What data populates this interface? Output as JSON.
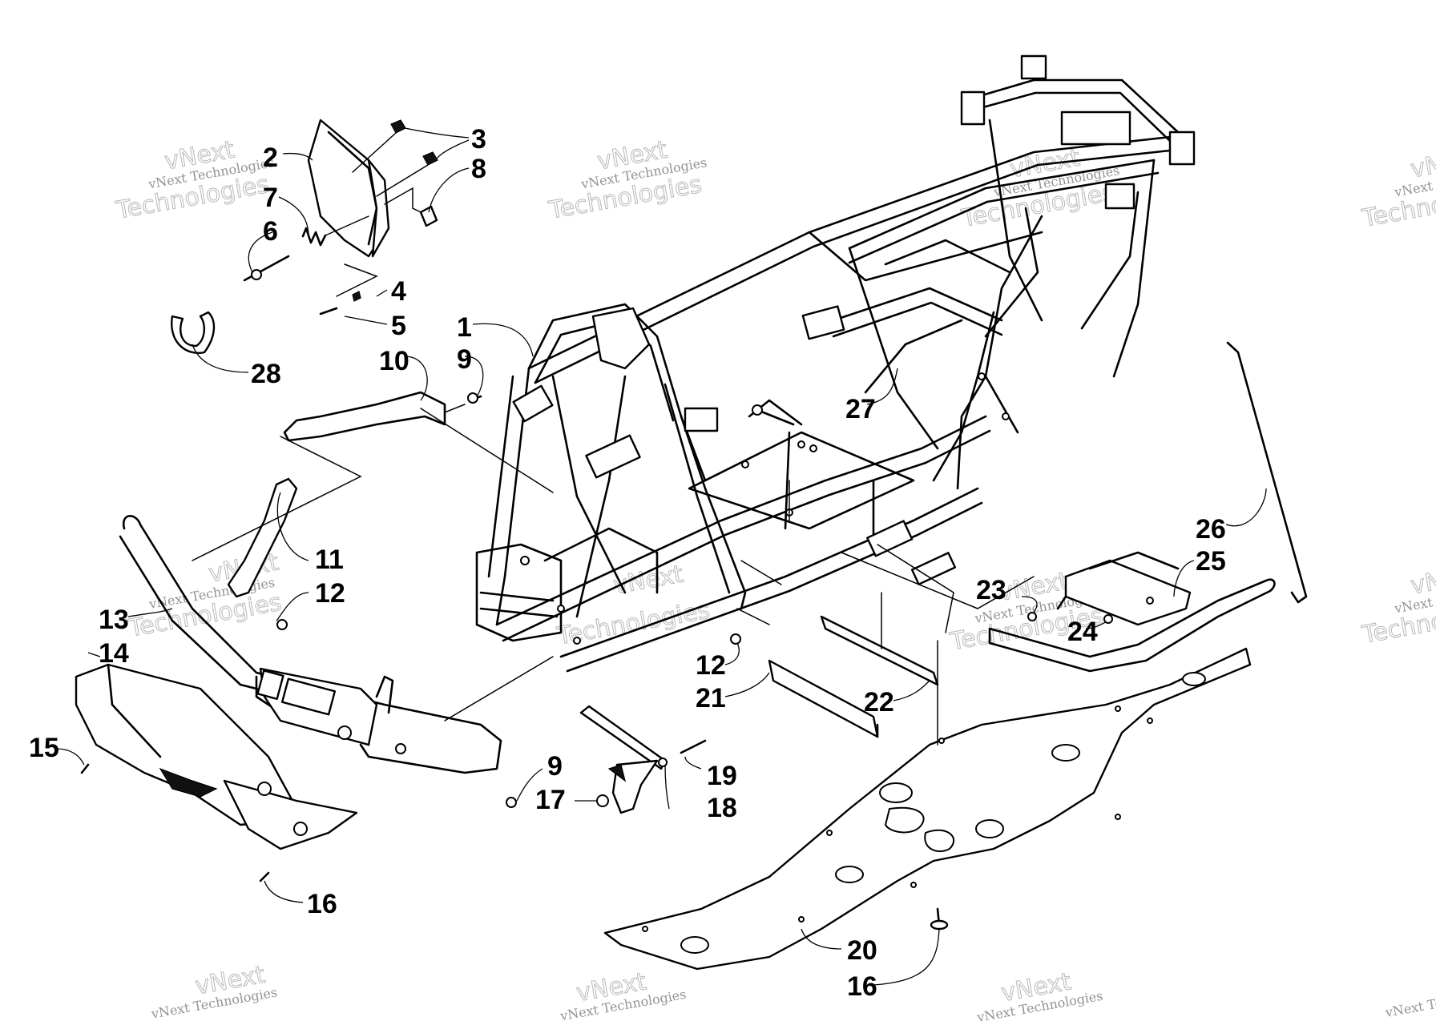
{
  "watermark": {
    "line1": "vNext",
    "line2": "vNext Technologies",
    "line3": "Technologies"
  },
  "callouts": [
    "1",
    "2",
    "3",
    "4",
    "5",
    "6",
    "7",
    "8",
    "9",
    "10",
    "11",
    "12",
    "13",
    "14",
    "15",
    "16",
    "17",
    "18",
    "19",
    "20",
    "21",
    "22",
    "23",
    "24",
    "25",
    "26",
    "27",
    "28",
    "12",
    "9",
    "16"
  ]
}
